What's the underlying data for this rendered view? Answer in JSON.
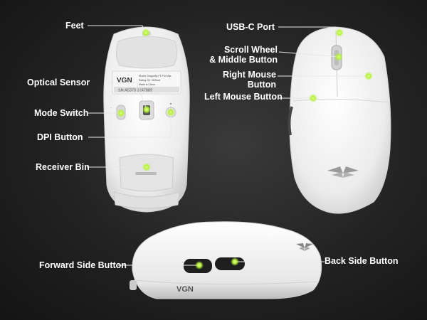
{
  "callouts": {
    "feet": "Feet",
    "optical_sensor": "Optical Sensor",
    "mode_switch": "Mode Switch",
    "dpi_button": "DPI Button",
    "receiver_bin": "Receiver Bin",
    "usb_c_port": "USB-C Port",
    "scroll_wheel_line1": "Scroll Wheel",
    "scroll_wheel_line2": "& Middle Button",
    "right_mouse_line1": "Right Mouse",
    "right_mouse_line2": "Button",
    "left_mouse_button": "Left Mouse Button",
    "forward_side_button": "Forward Side Button",
    "back_side_button": "Back Side Button"
  },
  "product_label": {
    "brand": "VGN",
    "model": "Model: Dragonfly F1 Pro Max",
    "rating": "Rating: 5V⎓500mA",
    "origin": "Made in China",
    "serial": "SN:A5370 3247889"
  },
  "side_brand": "VGN",
  "colors": {
    "accent": "#b5f23a",
    "background": "#222222",
    "mouse_body": "#f4f4f4",
    "callout_line": "#e8e8e8"
  }
}
